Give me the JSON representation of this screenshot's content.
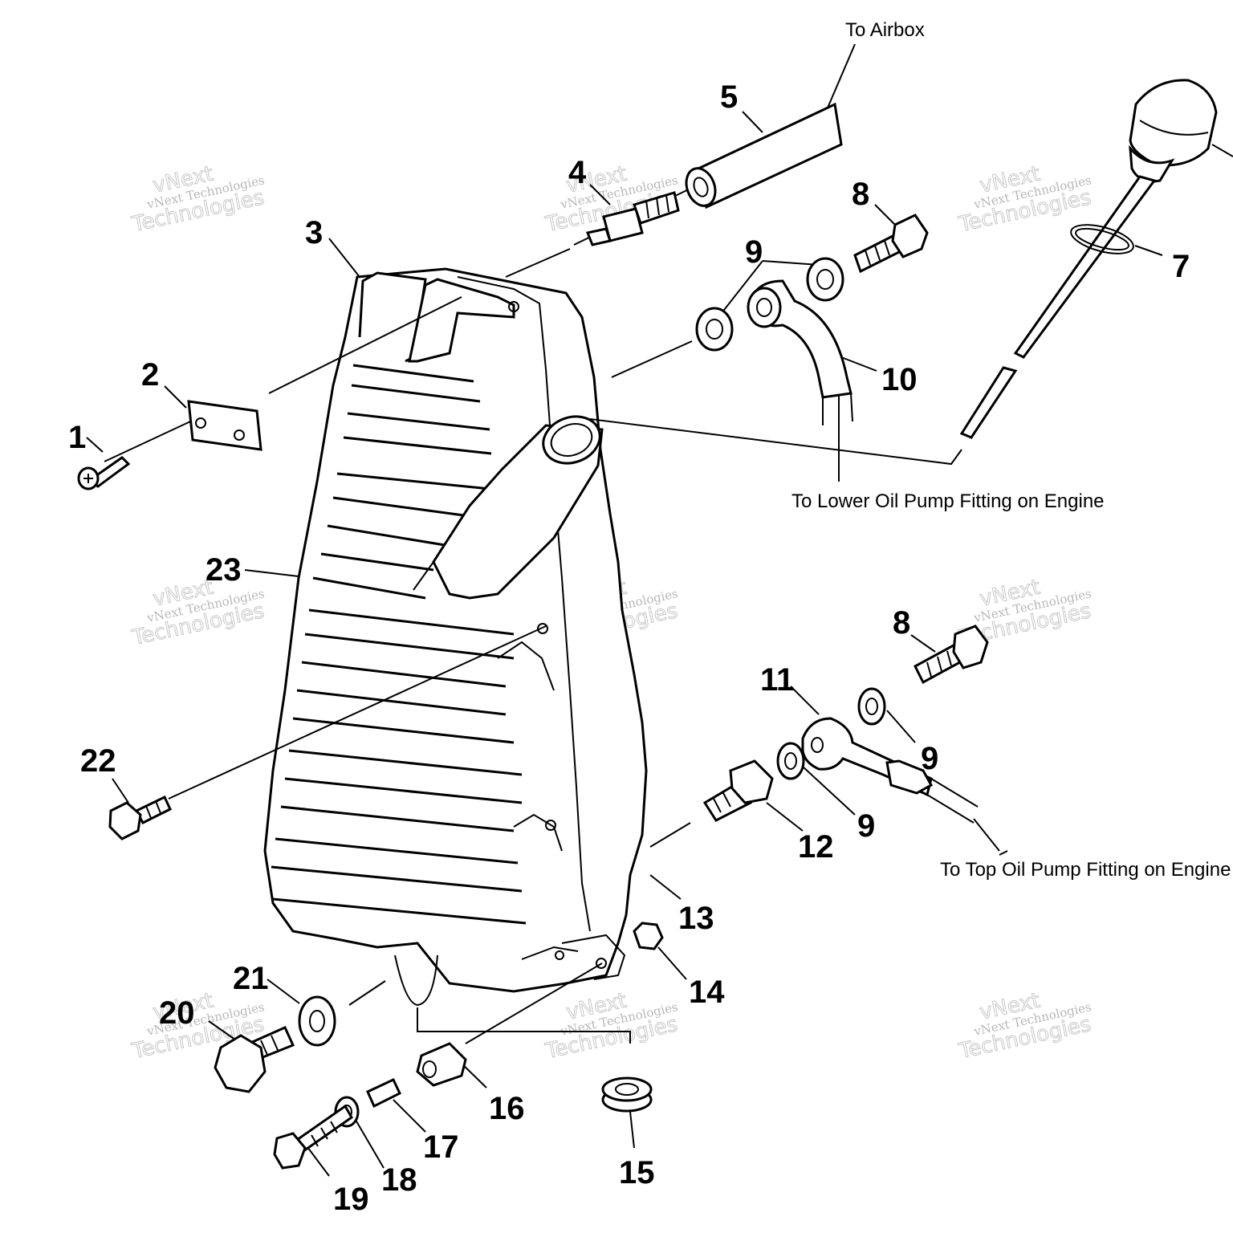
{
  "parts": [
    {
      "label": "1"
    },
    {
      "label": "2"
    },
    {
      "label": "3"
    },
    {
      "label": "4"
    },
    {
      "label": "5"
    },
    {
      "label": "7"
    },
    {
      "label": "8"
    },
    {
      "label": "9"
    },
    {
      "label": "10"
    },
    {
      "label": "8"
    },
    {
      "label": "11"
    },
    {
      "label": "9"
    },
    {
      "label": "9"
    },
    {
      "label": "12"
    },
    {
      "label": "13"
    },
    {
      "label": "14"
    },
    {
      "label": "15"
    },
    {
      "label": "16"
    },
    {
      "label": "17"
    },
    {
      "label": "18"
    },
    {
      "label": "19"
    },
    {
      "label": "20"
    },
    {
      "label": "21"
    },
    {
      "label": "22"
    },
    {
      "label": "23"
    }
  ],
  "callouts": {
    "airbox": "To Airbox",
    "lower_oil_pump": "To Lower Oil Pump Fitting on Engine",
    "top_oil_pump": "To Top Oil Pump Fitting on Engine"
  },
  "watermark": {
    "brand": "vNext",
    "company": "vNext Technologies",
    "word": "Technologies"
  }
}
